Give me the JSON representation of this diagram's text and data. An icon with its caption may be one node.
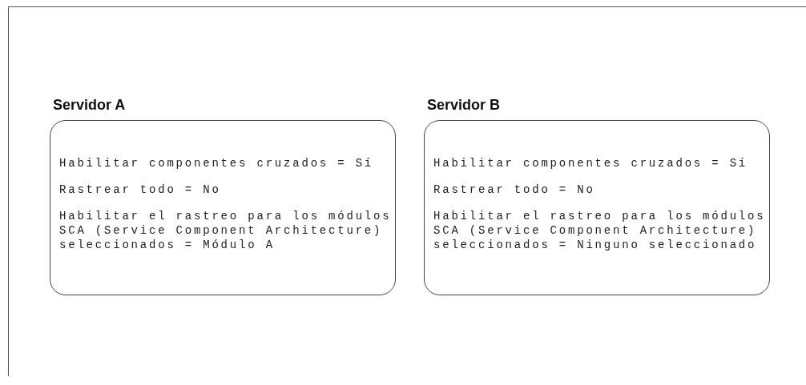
{
  "diagram": {
    "nodes": [
      {
        "text": [
          "Servidor A",
          "Habilitar componentes cruzados = Sí",
          "Rastrear todo = No",
          "Habilitar el rastreo para los módulos SCA (Service Component Architecture) seleccionados = Módulo A"
        ]
      },
      {
        "text": [
          "Servidor B",
          "Habilitar componentes cruzados = Sí",
          "Rastrear todo = No",
          "Habilitar el rastreo para los módulos SCA (Service Component Architecture) seleccionados = Ninguno seleccionado"
        ]
      }
    ]
  }
}
